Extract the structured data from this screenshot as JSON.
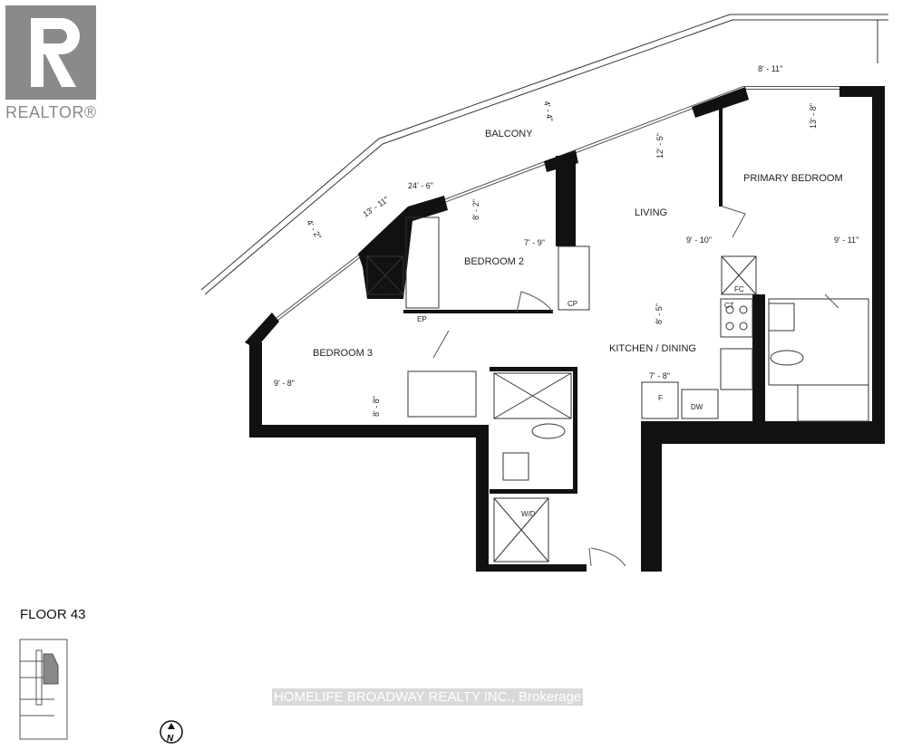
{
  "logo": {
    "text": "REALTOR®"
  },
  "floor_label": "FLOOR 43",
  "watermark": "HOMELIFE BROADWAY REALTY INC., Brokerage",
  "compass": {
    "letter": "N"
  },
  "rooms": {
    "balcony": "BALCONY",
    "living": "LIVING",
    "primary_bedroom": "PRIMARY BEDROOM",
    "bedroom2": "BEDROOM 2",
    "bedroom3": "BEDROOM 3",
    "kitchen_dining": "KITCHEN / DINING"
  },
  "fixtures": {
    "fc1": "FC",
    "fc2": "FC",
    "ep": "EP",
    "cp": "CP",
    "ct": "CT",
    "f": "F",
    "dw": "DW",
    "wd": "W/D"
  },
  "dimensions": {
    "balcony_depth_right": "4' - 4\"",
    "balcony_depth_left": "4' - 2\"",
    "balcony_w1": "13' - 11\"",
    "balcony_w2": "24' - 6\"",
    "bed2_depth": "8' - 2\"",
    "bed2_width": "7' - 9\"",
    "living_depth": "12' - 5\"",
    "primary_w_top": "8' - 11\"",
    "primary_depth": "13' - 8\"",
    "living_width": "9' - 10\"",
    "primary_width": "9' - 11\"",
    "bed3_width": "9' - 8\"",
    "bed3_depth": "8' - 8\"",
    "kitchen_depth": "8' - 5\"",
    "kitchen_width": "7' - 8\""
  }
}
